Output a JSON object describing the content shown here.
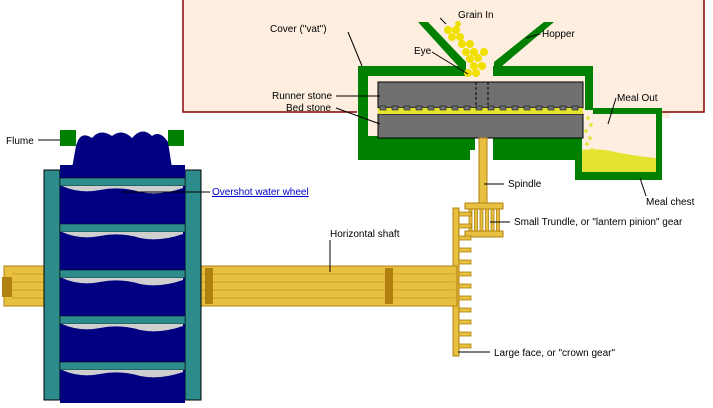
{
  "colors": {
    "background": "#ffffff",
    "room_fill": "#fdeee0",
    "room_border": "#8b0000",
    "cover_green": "#008000",
    "stone_gray": "#707070",
    "grain_yellow": "#f0e000",
    "meal_yellow": "#e4e430",
    "wood": "#e8c040",
    "wood_dark": "#b08010",
    "water_blue": "#000080",
    "foam": "#cfcfcf",
    "wheel_teal": "#2e8b8b",
    "link_blue": "#0000cc"
  },
  "labels": {
    "grain_in": "Grain In",
    "cover": "Cover (\"vat\")",
    "hopper": "Hopper",
    "eye": "Eye",
    "runner_stone": "Runner stone",
    "bed_stone": "Bed stone",
    "meal_out": "Meal Out",
    "flume": "Flume",
    "overshot_water_wheel": "Overshot water wheel",
    "spindle": "Spindle",
    "meal_chest": "Meal chest",
    "small_trundle": "Small Trundle, or \"lantern pinion\" gear",
    "horizontal_shaft": "Horizontal shaft",
    "large_face": "Large face, or \"crown gear\""
  }
}
